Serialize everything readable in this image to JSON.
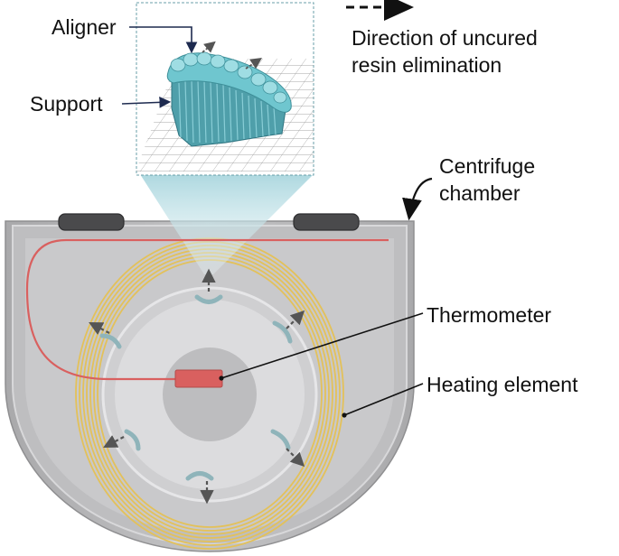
{
  "labels": {
    "aligner": "Aligner",
    "support": "Support",
    "legend_line1": "Direction of uncured",
    "legend_line2": "resin elimination",
    "centrifuge_line1": "Centrifuge",
    "centrifuge_line2": "chamber",
    "thermometer": "Thermometer",
    "heating_element": "Heating element"
  },
  "colors": {
    "aligner": "#6fc6cf",
    "heating_coil": "#e3c15a",
    "thermometer": "#d9605f",
    "chamber_shell": "#b3b3b5",
    "chamber_floor": "#c9c9cb",
    "platform": "#dcdcde",
    "hub": "#bdbdbf",
    "holder": "#8fb4ba",
    "arrow": "#555555"
  },
  "icons": {
    "legend_arrow": "dashed-arrow-icon",
    "holder": "aligner-holder-icon"
  }
}
